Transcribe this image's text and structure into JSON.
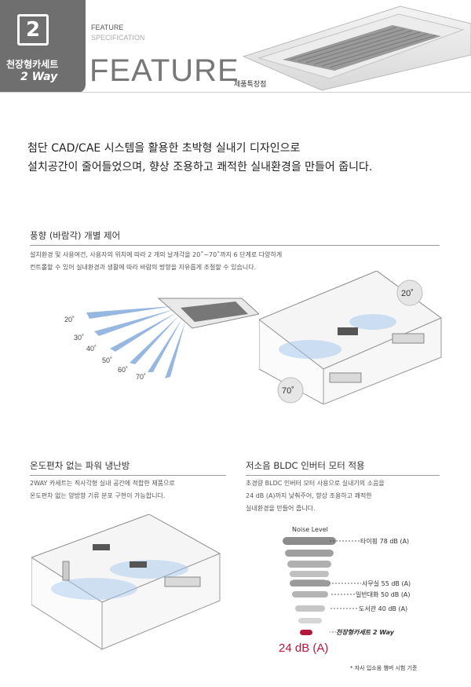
{
  "header": {
    "badge_number": "2",
    "badge_title": "천장형카세트",
    "badge_subtitle": "2 Way",
    "feature_label": "FEATURE",
    "spec_label": "SPECIFICATION",
    "big_title": "FEATURE",
    "small_title": "제품특장점"
  },
  "lead": {
    "line1": "첨단 CAD/CAE 시스템을 활용한 초박형 실내기 디자인으로",
    "line2": "설치공간이 줄어들었으며, 향상 조용하고 쾌적한 실내환경을 만들어 줍니다."
  },
  "section1": {
    "title": "풍향 (바람각) 개별 제어",
    "body1": "설치환경 및 사용여건, 사용자의 위치에 따라 2 개의 날개각을 20˚~70˚까지 6 단계로 다양하게",
    "body2": "컨트롤할 수 있어 실내환경과 생활에 따라 바람의 방향을 자유롭게 조절할 수 있습니다.",
    "angles": [
      "20˚",
      "30˚",
      "40˚",
      "50˚",
      "60˚",
      "70˚"
    ],
    "room_angle_top": "20˚",
    "room_angle_bottom": "70˚"
  },
  "section2": {
    "title": "온도편차 없는 파워 냉난방",
    "body1": "2WAY 카세트는 직사각형 실내 공간에 적합한 제품으로",
    "body2": "온도편차 없는 양방향 기류 분포 구현이 가능합니다."
  },
  "section3": {
    "title": "저소음 BLDC 인버터 모터 적용",
    "body1": "초경량 BLDC 인버터 모터 사용으로 실내기의 소음을",
    "body2": "24 dB (A)까지 낮춰주어, 향상 조용하고 쾌적한",
    "body3": "실내환경을 만들어 줍니다.",
    "noise_title": "Noise Level",
    "levels": [
      {
        "label": "타이핑 78 dB (A)"
      },
      {
        "label": "사무실 55 dB (A)"
      },
      {
        "label": "일반대화 50 dB (A)"
      },
      {
        "label": "도서관 40 dB (A)"
      },
      {
        "label": "천장형카세트 2 Way"
      }
    ],
    "highlight": "24 dB (A)",
    "footnote": "* 자사 입소음 챔버 시험 기준"
  }
}
